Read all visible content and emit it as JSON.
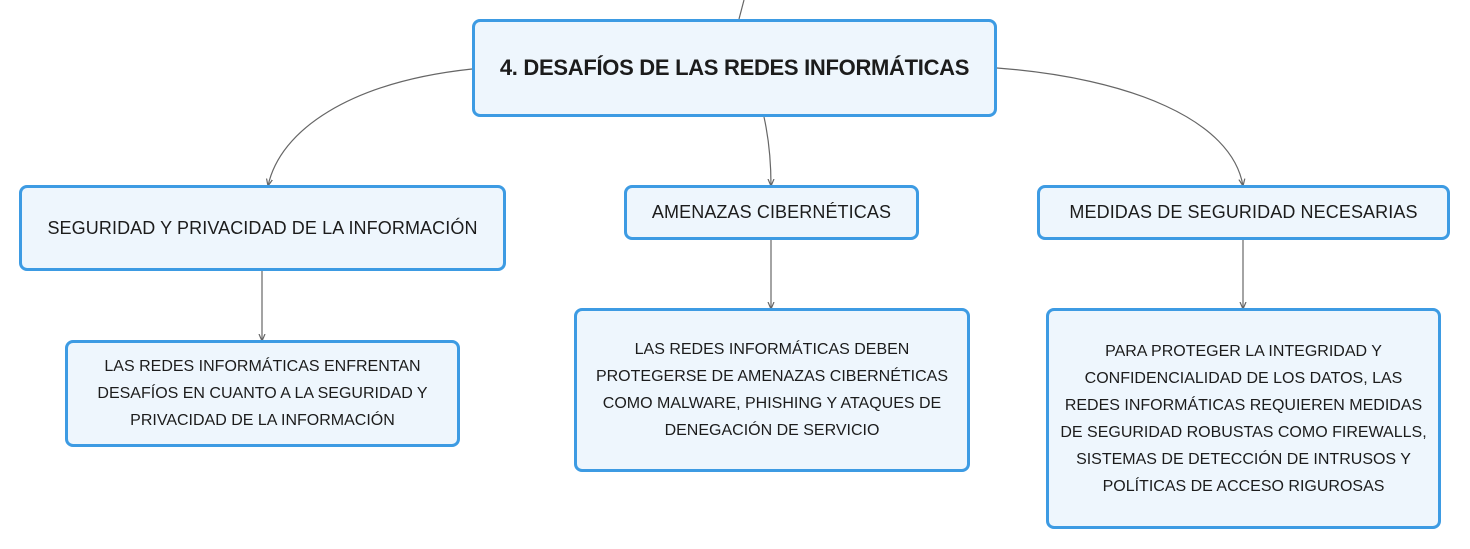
{
  "root": {
    "title": "4. DESAFÍOS DE LAS REDES INFORMÁTICAS"
  },
  "topics": [
    {
      "label": "SEGURIDAD Y PRIVACIDAD DE LA INFORMACIÓN",
      "detail": "LAS REDES INFORMÁTICAS ENFRENTAN DESAFÍOS EN CUANTO A LA SEGURIDAD Y PRIVACIDAD DE LA INFORMACIÓN"
    },
    {
      "label": "AMENAZAS CIBERNÉTICAS",
      "detail": "LAS REDES INFORMÁTICAS DEBEN PROTEGERSE DE AMENAZAS CIBERNÉTICAS COMO MALWARE, PHISHING Y ATAQUES DE DENEGACIÓN DE SERVICIO"
    },
    {
      "label": "MEDIDAS DE SEGURIDAD NECESARIAS",
      "detail": "PARA PROTEGER LA INTEGRIDAD Y CONFIDENCIALIDAD DE LOS DATOS, LAS REDES INFORMÁTICAS REQUIEREN MEDIDAS DE SEGURIDAD ROBUSTAS COMO FIREWALLS, SISTEMAS DE DETECCIÓN DE INTRUSOS Y POLÍTICAS DE ACCESO RIGUROSAS"
    }
  ],
  "colors": {
    "node_border": "#3d9be3",
    "node_fill": "#eef6fd",
    "connector": "#666666"
  }
}
